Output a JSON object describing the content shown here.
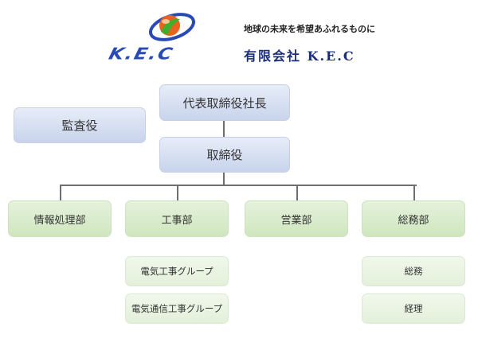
{
  "header": {
    "tagline": "地球の未来を希望あふれるものに",
    "company_name": "有限会社 K.E.C",
    "logo_text": "K.E.C",
    "logo_icon": "globe-swoosh-icon",
    "colors": {
      "logo_blue": "#2a49b9",
      "logo_orange": "#e8641e",
      "logo_green": "#3fae2a",
      "company_text": "#1b2f7a"
    }
  },
  "org": {
    "ceo": "代表取締役社長",
    "auditor": "監査役",
    "directors": "取締役",
    "departments": [
      {
        "name": "情報処理部",
        "groups": []
      },
      {
        "name": "工事部",
        "groups": [
          "電気工事グループ",
          "電気通信工事グループ"
        ]
      },
      {
        "name": "営業部",
        "groups": []
      },
      {
        "name": "総務部",
        "groups": [
          "総務",
          "経理"
        ]
      }
    ],
    "colors": {
      "executive_fill": "#c8d4ec",
      "department_fill": "#cfe6bf",
      "group_fill": "#e3f0da",
      "connector": "#6e6e6e"
    }
  }
}
